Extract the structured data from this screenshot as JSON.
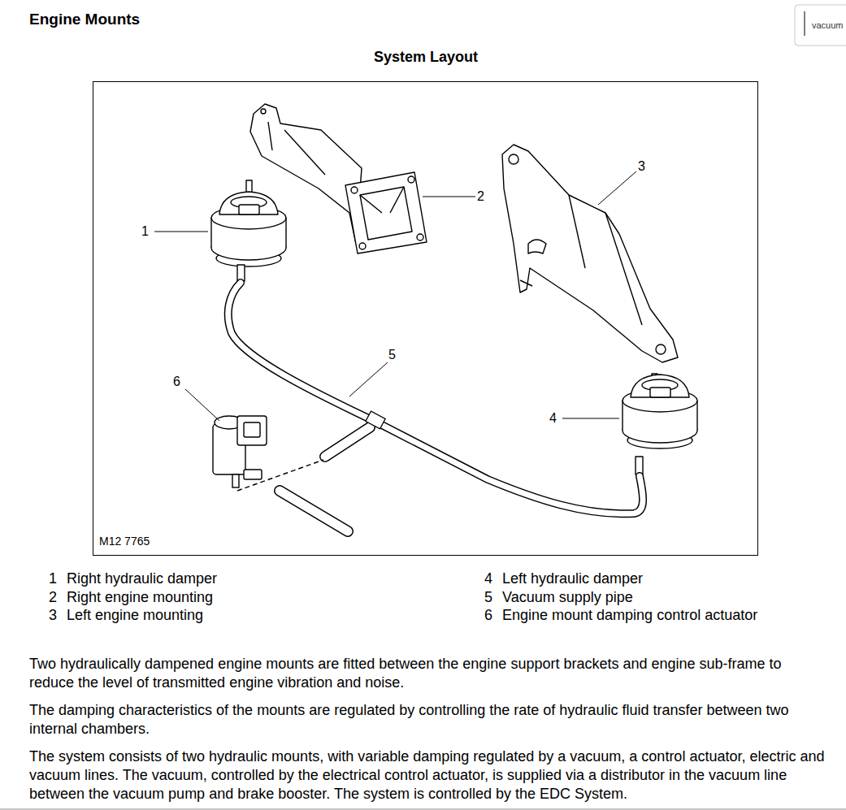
{
  "diagram": {
    "title": "Engine Mounts",
    "labels": [
      "System Layout",
      "1",
      "2",
      "3",
      "4",
      "5",
      "6",
      "M12 7765",
      "1",
      "Right hydraulic damper",
      "2",
      "Right engine mounting",
      "3",
      "Left engine mounting",
      "4",
      "Left hydraulic damper",
      "5",
      "Vacuum supply pipe",
      "6",
      "Engine mount damping control actuator",
      "Two hydraulically dampened engine mounts are fitted between the engine support brackets and engine sub-frame to reduce the level of transmitted engine vibration and noise.",
      "The damping characteristics of the mounts are regulated by controlling the rate of hydraulic fluid transfer between two internal chambers.",
      "The system consists of two hydraulic mounts, with variable damping regulated by a vacuum, a control actuator, electric and vacuum lines. The vacuum, controlled by the electrical control actuator, is supplied via a distributor in the vacuum line between the vacuum pump and brake booster. The system is controlled by the EDC System.",
      "vacuum"
    ]
  }
}
